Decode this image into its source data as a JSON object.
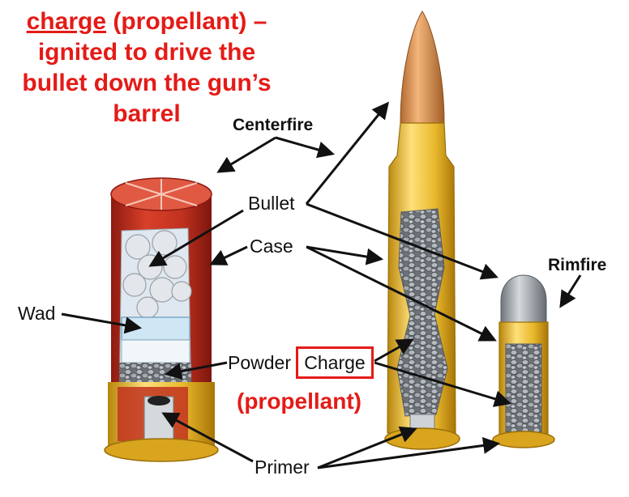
{
  "title": {
    "term": "charge",
    "rest_line1": " (propellant) –",
    "line2": "ignited to drive the",
    "line3": "bullet down the gun’s",
    "line4": "barrel"
  },
  "labels": {
    "centerfire": "Centerfire",
    "rimfire": "Rimfire",
    "bullet": "Bullet",
    "case": "Case",
    "wad": "Wad",
    "powder": "Powder",
    "charge": "Charge",
    "propellant": "(propellant)",
    "primer": "Primer"
  },
  "colors": {
    "title_red": "#e41b17",
    "highlight_box": "#e41b17",
    "shotshell_hull": "#c0301f",
    "brass": "#e8b82c",
    "bullet_copper": "#d9904f",
    "lead_gray": "#9ea3a8"
  }
}
